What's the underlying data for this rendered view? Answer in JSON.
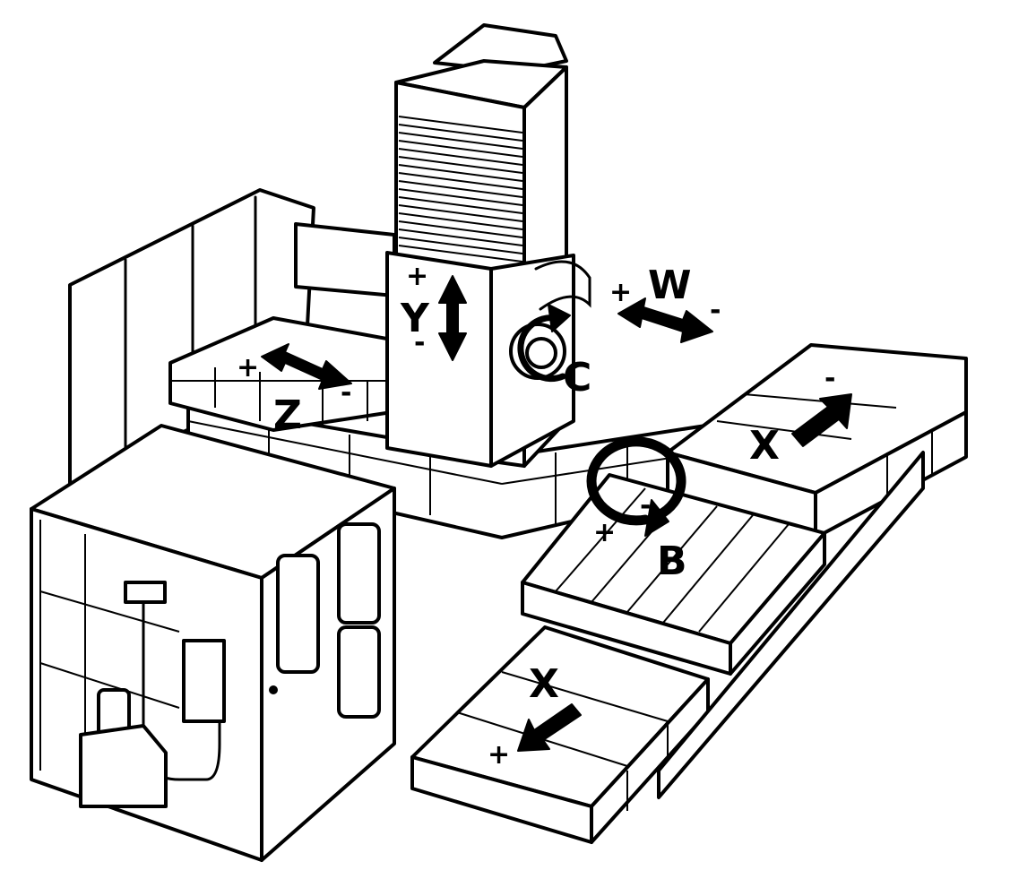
{
  "axes": {
    "y": {
      "letter": "Y",
      "plus": "+",
      "minus": "-"
    },
    "z": {
      "letter": "Z",
      "plus": "+",
      "minus": "-"
    },
    "w": {
      "letter": "W",
      "plus": "+",
      "minus": "-"
    },
    "c": {
      "letter": "C"
    },
    "x_rear": {
      "letter": "X",
      "minus": "-"
    },
    "b": {
      "letter": "B",
      "plus": "+",
      "minus": "-"
    },
    "x_front": {
      "letter": "X",
      "plus": "+"
    }
  },
  "colors": {
    "ink": "#000000",
    "paper": "#ffffff"
  }
}
